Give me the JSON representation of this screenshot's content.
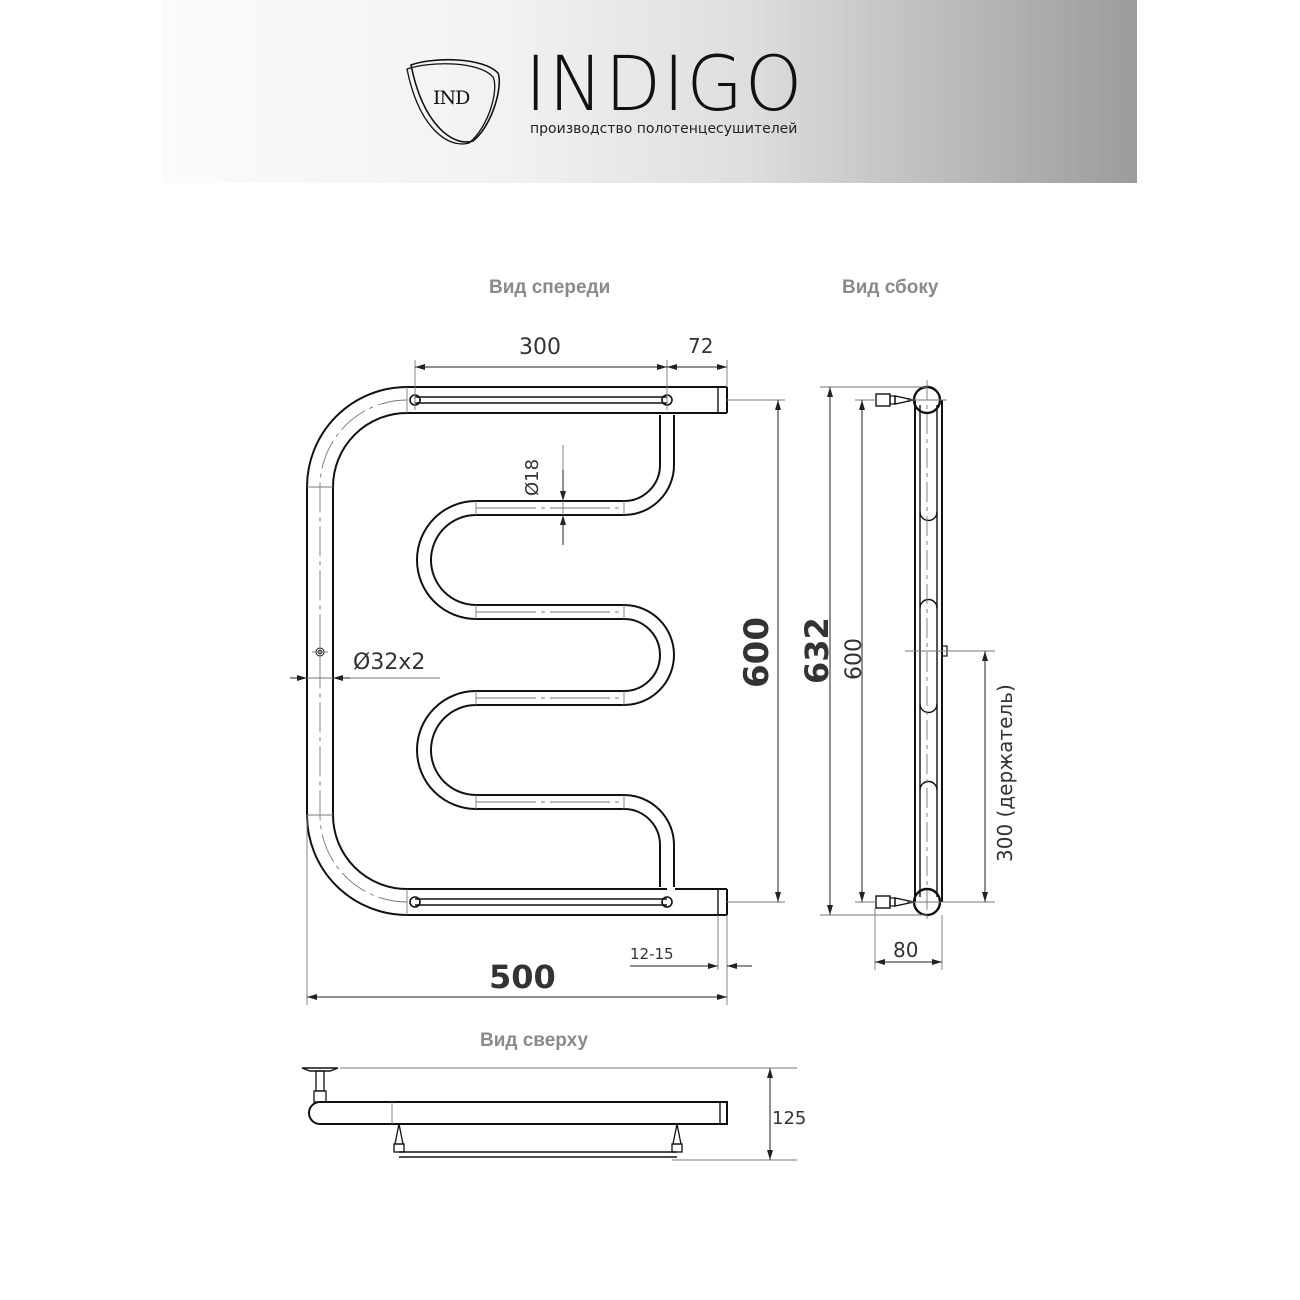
{
  "header": {
    "logo_monogram": "IND",
    "brand": "INDIGO",
    "tagline": "производство полотенцесушителей",
    "gradient_colors": [
      "#fbfbfb",
      "#9d9b9c"
    ]
  },
  "views": {
    "front": {
      "title": "Вид спереди",
      "dimensions": {
        "top_span": "300",
        "top_offset": "72",
        "inner_pipe": "Ø18",
        "outer_pipe": "Ø32x2",
        "height": "600",
        "overall_height": "632",
        "width": "500",
        "wall_gap": "12-15"
      }
    },
    "side": {
      "title": "Вид сбоку",
      "dimensions": {
        "height": "600",
        "holder": "300 (держатель)",
        "depth": "80"
      }
    },
    "top": {
      "title": "Вид сверху",
      "dimensions": {
        "depth": "125"
      }
    }
  },
  "colors": {
    "line": "#111111",
    "thin_line": "#666666",
    "heading": "#8a8a8a",
    "dim_text": "#333333"
  }
}
